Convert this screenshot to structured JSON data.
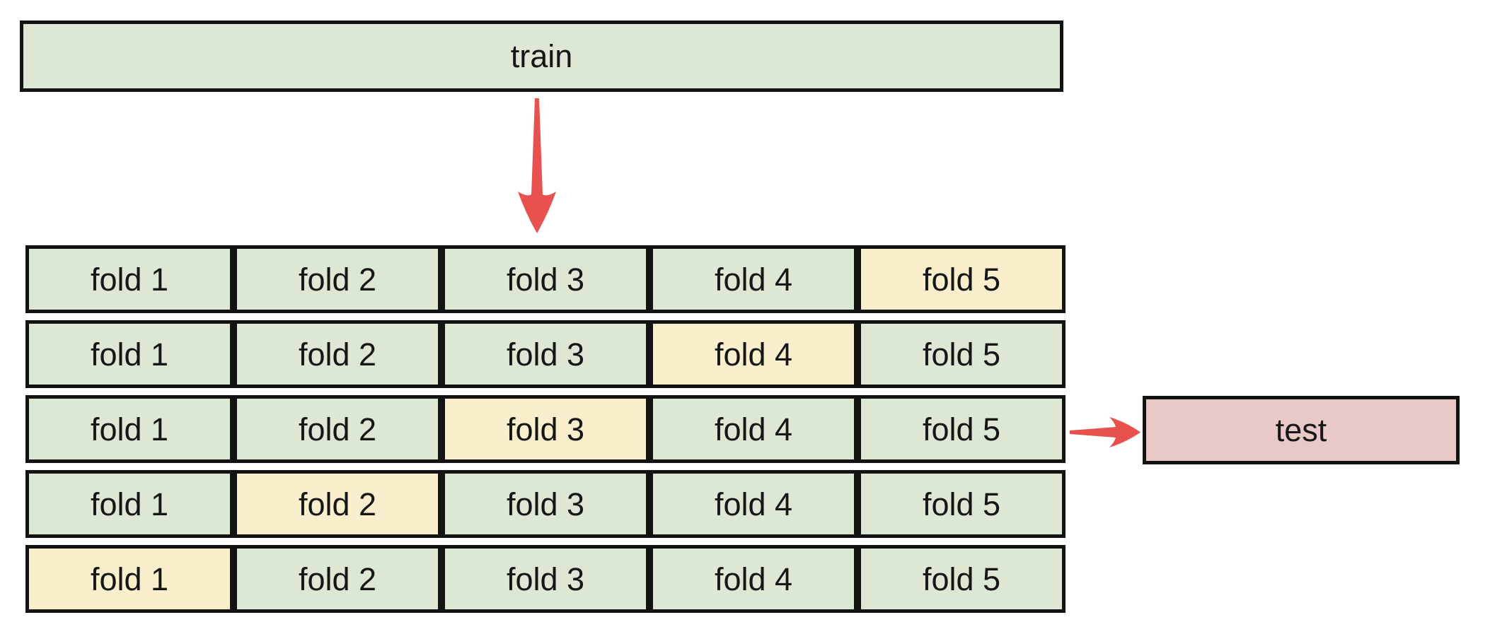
{
  "diagram": {
    "train_label": "train",
    "test_label": "test",
    "grid": {
      "rows": [
        {
          "cells": [
            "fold 1",
            "fold 2",
            "fold 3",
            "fold 4",
            "fold 5"
          ],
          "highlight": 4
        },
        {
          "cells": [
            "fold 1",
            "fold 2",
            "fold 3",
            "fold 4",
            "fold 5"
          ],
          "highlight": 3
        },
        {
          "cells": [
            "fold 1",
            "fold 2",
            "fold 3",
            "fold 4",
            "fold 5"
          ],
          "highlight": 2
        },
        {
          "cells": [
            "fold 1",
            "fold 2",
            "fold 3",
            "fold 4",
            "fold 5"
          ],
          "highlight": 1
        },
        {
          "cells": [
            "fold 1",
            "fold 2",
            "fold 3",
            "fold 4",
            "fold 5"
          ],
          "highlight": 0
        }
      ]
    },
    "colors": {
      "fold_fill": "#dce8d3",
      "highlight_fill": "#f9efcd",
      "test_fill": "#e9c8c8",
      "arrow_red": "#e8514e",
      "border": "#131313"
    }
  }
}
